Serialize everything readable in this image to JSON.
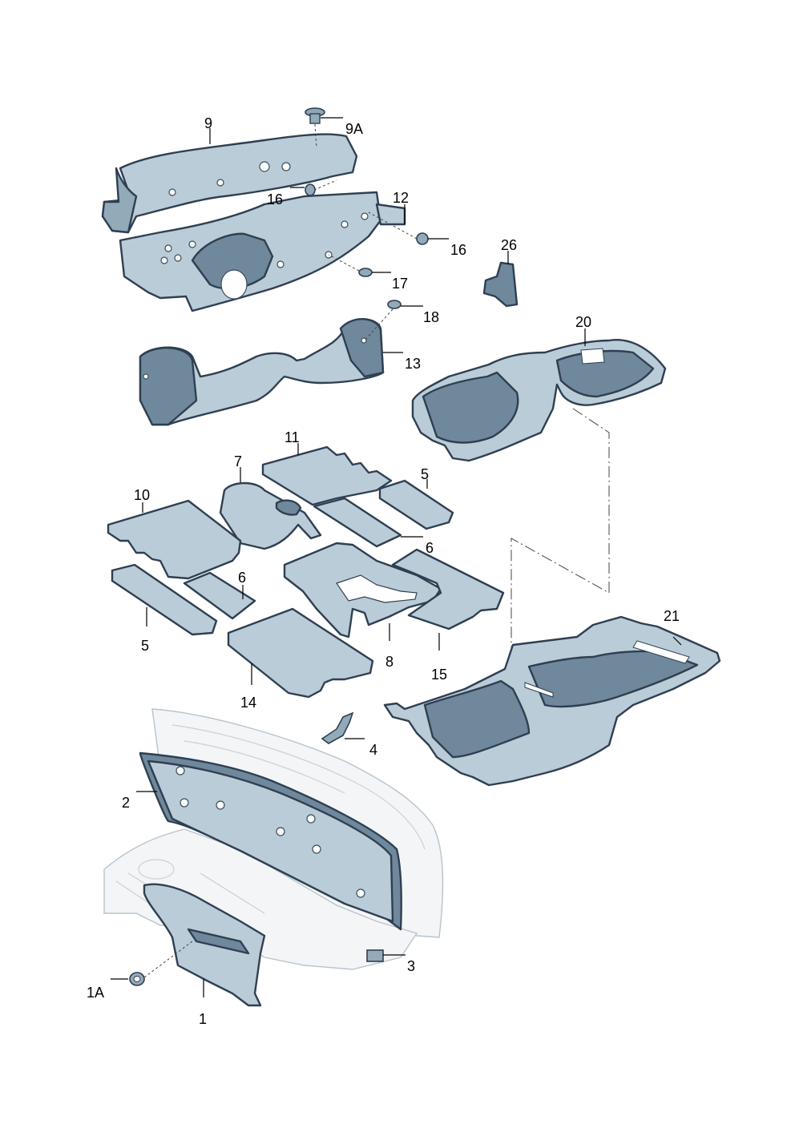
{
  "labels": {
    "p1": "1",
    "p1a": "1A",
    "p2": "2",
    "p3": "3",
    "p4": "4",
    "p5a": "5",
    "p5b": "5",
    "p6a": "6",
    "p6b": "6",
    "p7": "7",
    "p8": "8",
    "p9": "9",
    "p9a": "9A",
    "p10": "10",
    "p11": "11",
    "p12": "12",
    "p13": "13",
    "p14": "14",
    "p15": "15",
    "p16a": "16",
    "p16b": "16",
    "p17": "17",
    "p18": "18",
    "p20": "20",
    "p21": "21",
    "p26": "26"
  },
  "colors": {
    "pad_light": "#b9ccd7",
    "pad_mid": "#93aab9",
    "pad_dark": "#6f889b",
    "outline": "#2f3f52"
  }
}
